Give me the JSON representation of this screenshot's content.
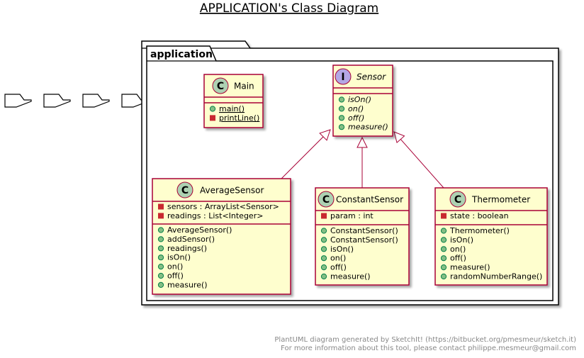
{
  "title": "APPLICATION's Class Diagram",
  "package": {
    "name": "application"
  },
  "colors": {
    "class_fill": "#FEFECE",
    "class_border": "#A80036",
    "class_circle": "#ADD1B2",
    "interface_circle": "#B4A7E5",
    "arrow": "#A80036"
  },
  "classes": {
    "main": {
      "name": "Main",
      "stereo": "C",
      "methods": [
        {
          "text": "main()",
          "visibility": "public"
        },
        {
          "text": "printLine()",
          "visibility": "private"
        }
      ]
    },
    "sensor": {
      "name": "Sensor",
      "stereo": "I",
      "methods": [
        {
          "text": "isOn()",
          "visibility": "public"
        },
        {
          "text": "on()",
          "visibility": "public"
        },
        {
          "text": "off()",
          "visibility": "public"
        },
        {
          "text": "measure()",
          "visibility": "public"
        }
      ]
    },
    "average": {
      "name": "AverageSensor",
      "stereo": "C",
      "fields": [
        {
          "text": "sensors : ArrayList<Sensor>",
          "visibility": "private"
        },
        {
          "text": "readings : List<Integer>",
          "visibility": "private"
        }
      ],
      "methods": [
        {
          "text": "AverageSensor()",
          "visibility": "public"
        },
        {
          "text": "addSensor()",
          "visibility": "public"
        },
        {
          "text": "readings()",
          "visibility": "public"
        },
        {
          "text": "isOn()",
          "visibility": "public"
        },
        {
          "text": "on()",
          "visibility": "public"
        },
        {
          "text": "off()",
          "visibility": "public"
        },
        {
          "text": "measure()",
          "visibility": "public"
        }
      ]
    },
    "constant": {
      "name": "ConstantSensor",
      "stereo": "C",
      "fields": [
        {
          "text": "param : int",
          "visibility": "private"
        }
      ],
      "methods": [
        {
          "text": "ConstantSensor()",
          "visibility": "public"
        },
        {
          "text": "ConstantSensor()",
          "visibility": "public"
        },
        {
          "text": "isOn()",
          "visibility": "public"
        },
        {
          "text": "on()",
          "visibility": "public"
        },
        {
          "text": "off()",
          "visibility": "public"
        },
        {
          "text": "measure()",
          "visibility": "public"
        }
      ]
    },
    "thermo": {
      "name": "Thermometer",
      "stereo": "C",
      "fields": [
        {
          "text": "state : boolean",
          "visibility": "private"
        }
      ],
      "methods": [
        {
          "text": "Thermometer()",
          "visibility": "public"
        },
        {
          "text": "isOn()",
          "visibility": "public"
        },
        {
          "text": "on()",
          "visibility": "public"
        },
        {
          "text": "off()",
          "visibility": "public"
        },
        {
          "text": "measure()",
          "visibility": "public"
        },
        {
          "text": "randomNumberRange()",
          "visibility": "public"
        }
      ]
    }
  },
  "footer": {
    "line1": "PlantUML diagram generated by SketchIt! (https://bitbucket.org/pmesmeur/sketch.it)",
    "line2": "For more information about this tool, please contact philippe.mesmeur@gmail.com"
  }
}
